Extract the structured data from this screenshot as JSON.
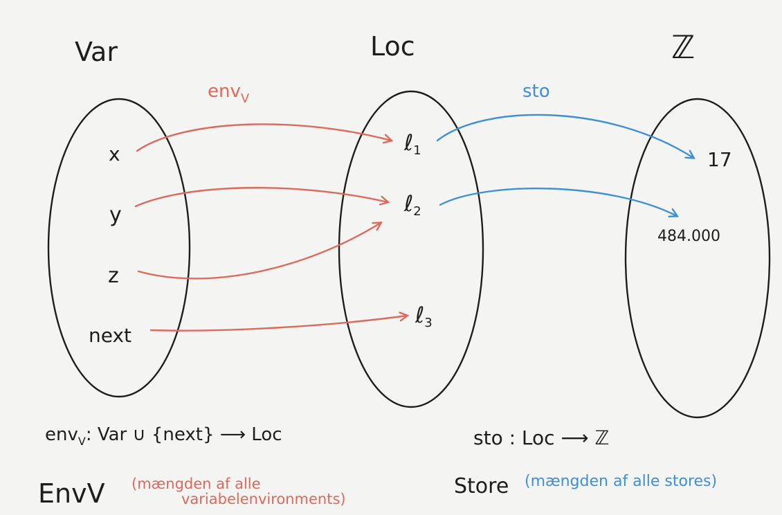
{
  "sets": {
    "var": {
      "title": "Var",
      "items": [
        "x",
        "y",
        "z",
        "next"
      ]
    },
    "loc": {
      "title": "Loc"
    },
    "z": {
      "title": "ℤ",
      "values": [
        "17",
        "484.000"
      ]
    }
  },
  "maps": {
    "env": {
      "label": "env",
      "sub": "V"
    },
    "sto": {
      "label": "sto"
    }
  },
  "locations": [
    {
      "base": "ℓ",
      "sub": "1"
    },
    {
      "base": "ℓ",
      "sub": "2"
    },
    {
      "base": "ℓ",
      "sub": "3"
    }
  ],
  "bottom": {
    "env_sig": {
      "name": "env",
      "sub": "V",
      "rest": ": Var ∪ {next} ⟶ Loc"
    },
    "envv_name": "EnvV",
    "envv_desc_line1": "(mængden af alle",
    "envv_desc_line2": "variabelenvironments)",
    "sto_sig": "sto : Loc ⟶ ℤ",
    "store_name": "Store",
    "store_desc": "(mængden af alle stores)"
  },
  "colors": {
    "ink": "#1d1d1d",
    "env_red": "#e0685a",
    "sto_blue": "#3d8fd6",
    "background": "#f4f4f2"
  }
}
